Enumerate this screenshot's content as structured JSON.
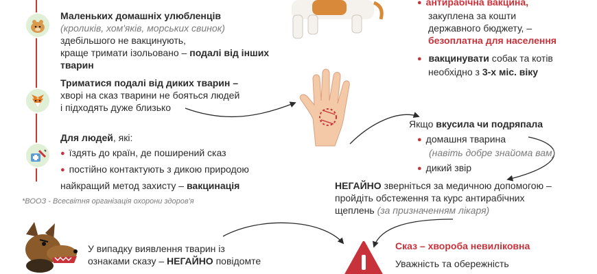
{
  "left": {
    "pets": {
      "title": "Маленьких домашніх улюбленців",
      "examples": "(кроликів, хом'яків, морських свинок)",
      "line1": "здебільшого не вакцинують,",
      "line2_pre": "краще тримати ізольовано –",
      "line2_bold": "подалі від інших тварин"
    },
    "wild": {
      "line1": "Триматися подалі від диких тварин –",
      "line2": "хворі на сказ тварини не бояться людей",
      "line3": "і підходять дуже близько"
    },
    "people": {
      "title_bold": "Для людей",
      "title_rest": ", які:",
      "items": [
        "їздять до країн, де поширений сказ",
        "постійно контактують з дикою природою"
      ],
      "method_pre": "найкращий метод захисту –",
      "method_bold": "вакцинація"
    },
    "footnote": "*ВООЗ - Всесвітня організація охорони здоров'я",
    "dog_warning": {
      "line1": "У випадку виявлення тварин із",
      "line2_pre": "ознаками сказу –",
      "line2_bold": "НЕГАЙНО",
      "line2_post": "повідомте"
    }
  },
  "right": {
    "vaccine": {
      "line1": "антирабічна вакцина,",
      "line2": "закуплена за кошти",
      "line3_pre": "державного бюджету, –",
      "line4": "безоплатна для населення",
      "vacc_bold": "вакцинувати",
      "vacc_rest": "собак та котів",
      "age_pre": "необхідно з",
      "age_bold": "3-х міс. віку"
    },
    "bite": {
      "title_pre": "Якщо",
      "title_bold": "вкусила чи подряпала",
      "items": [
        {
          "label": "домашня тварина",
          "note": "(навіть добре знайома вам)"
        },
        {
          "label": "дикий звір",
          "note": ""
        }
      ]
    },
    "urgent": {
      "bold": "НЕГАЙНО",
      "line1_rest": "зверніться за медичною допомогою –",
      "line2": "пройдіть обстеження та курс антирабічних",
      "line3_pre": "щеплень",
      "line3_note": "(за призначенням лікаря)"
    },
    "disease": {
      "title": "Сказ – хвороба невиліковна",
      "line1": "Уважність та обережність"
    }
  },
  "colors": {
    "accent_red": "#c8323a",
    "node_green": "#dff0d6",
    "text": "#2b2b2b",
    "muted": "#7a7a7a"
  },
  "icons": [
    "hamster-icon",
    "fox-icon",
    "medicine-icon",
    "dog-icon",
    "angry-dog-icon",
    "hand-bite-icon",
    "warning-triangle-icon"
  ]
}
